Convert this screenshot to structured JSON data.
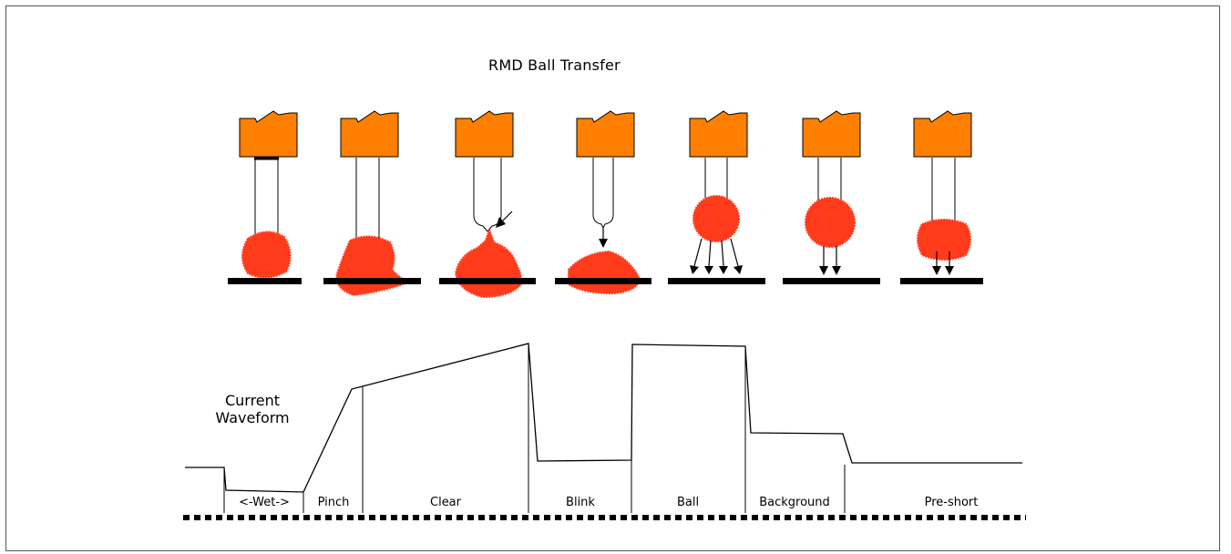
{
  "title": "RMD Ball Transfer",
  "waveform_label": [
    "Current",
    "Waveform"
  ],
  "phases": [
    "<-Wet->",
    "Pinch",
    "Clear",
    "Blink",
    "Ball",
    "Background",
    "Pre-short"
  ],
  "colors": {
    "electrode": "#FF7F00",
    "droplet": "#FF3B1C",
    "line": "#000000"
  }
}
